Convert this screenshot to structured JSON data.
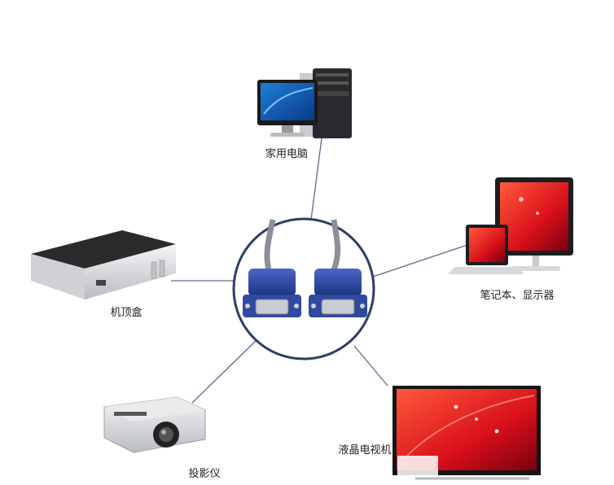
{
  "center": {
    "name": "VGA cable connectors"
  },
  "nodes": {
    "pc": {
      "label": "家用电脑"
    },
    "laptop": {
      "label": "笔记本、显示器"
    },
    "stb": {
      "label": "机顶盒"
    },
    "projector": {
      "label": "投影仪"
    },
    "tv": {
      "label": "液晶电视机"
    }
  },
  "colors": {
    "line": "#5a6a8a",
    "circle": "#2c3e66",
    "connector": "#2f4aa0",
    "red": "#e02018"
  }
}
